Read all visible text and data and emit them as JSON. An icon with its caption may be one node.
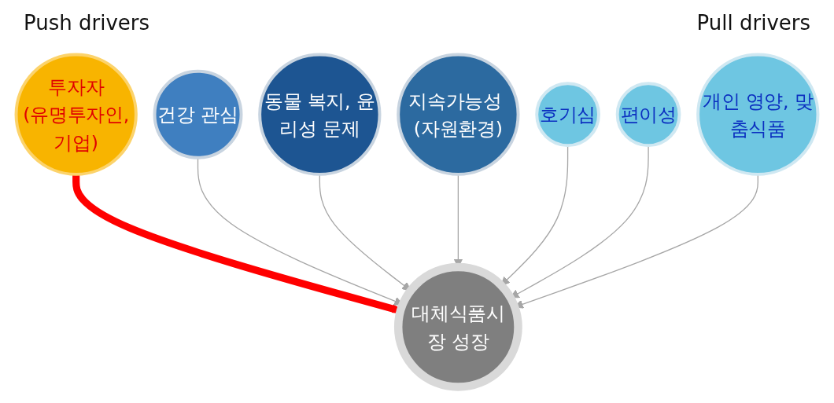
{
  "diagram": {
    "nodes": [
      {
        "text": [
          "대체식품시장 성장"
        ]
      },
      {
        "text": [
          "투자자",
          "(유명투자인,기업)"
        ]
      },
      {
        "text": [
          "건강 관심"
        ]
      },
      {
        "text": [
          "동물 복지, 윤리성 문제"
        ]
      },
      {
        "text": [
          "지속가능성 (자원환경)"
        ]
      },
      {
        "text": [
          "호기심"
        ]
      },
      {
        "text": [
          "편이성"
        ]
      },
      {
        "text": [
          "개인 영양, 맞춤식품"
        ]
      }
    ],
    "edges": [
      {
        "from": 1,
        "to": 0,
        "arrow": "to",
        "style": "thick",
        "color": "#ff0000"
      },
      {
        "from": 2,
        "to": 0,
        "arrow": "to"
      },
      {
        "from": 3,
        "to": 0,
        "arrow": "to"
      },
      {
        "from": 4,
        "to": 0,
        "arrow": "to"
      },
      {
        "from": 5,
        "to": 0,
        "arrow": "to"
      },
      {
        "from": 6,
        "to": 0,
        "arrow": "to"
      },
      {
        "from": 7,
        "to": 0,
        "arrow": "to"
      }
    ],
    "labels": [
      "Push drivers",
      "Pull drivers"
    ]
  }
}
